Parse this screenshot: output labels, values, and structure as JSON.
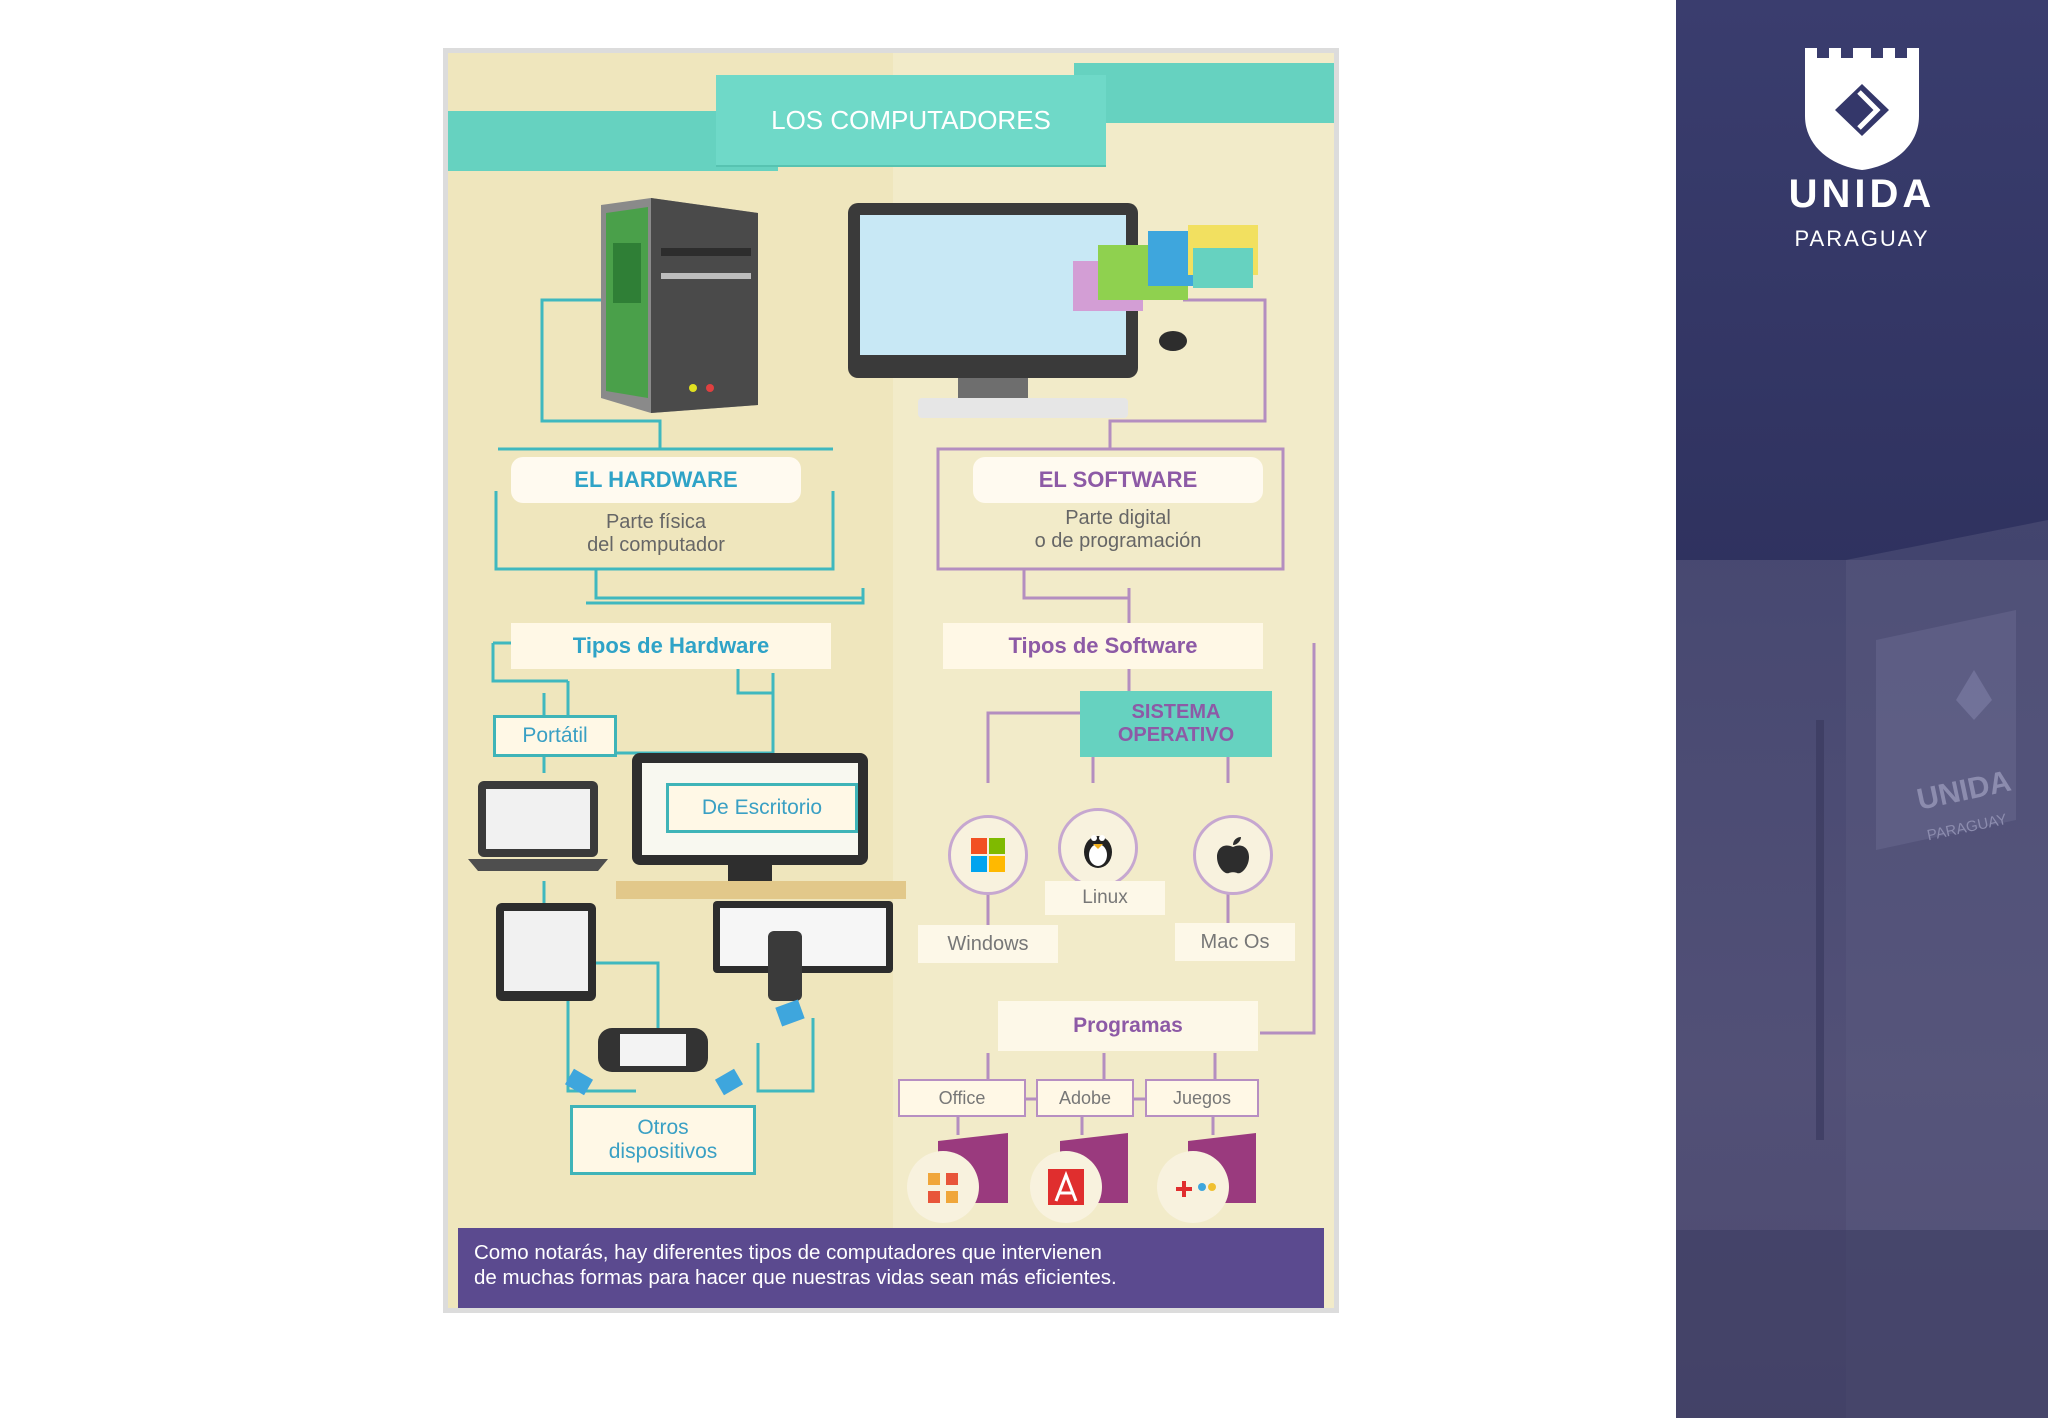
{
  "poster": {
    "title": "LOS COMPUTADORES",
    "hardware": {
      "heading": "EL HARDWARE",
      "description_line1": "Parte física",
      "description_line2": "del computador",
      "types_label": "Tipos de Hardware",
      "portatil": "Portátil",
      "escritorio": "De Escritorio",
      "otros_line1": "Otros",
      "otros_line2": "dispositivos"
    },
    "software": {
      "heading": "EL SOFTWARE",
      "description_line1": "Parte digital",
      "description_line2": "o de programación",
      "types_label": "Tipos de Software",
      "os_line1": "SISTEMA",
      "os_line2": "OPERATIVO",
      "os": [
        "Windows",
        "Linux",
        "Mac Os"
      ],
      "programas_label": "Programas",
      "programas": [
        "Office",
        "Adobe",
        "Juegos"
      ]
    },
    "footer_line1": "Como notarás, hay diferentes tipos de computadores que intervienen",
    "footer_line2": "de muchas formas para hacer que nuestras vidas sean más eficientes."
  },
  "brand": {
    "name": "UNIDA",
    "country": "PARAGUAY"
  },
  "colors": {
    "poster_bg": "#efe6bd",
    "teal": "#66d2c0",
    "hardware_blue": "#2fa3c7",
    "software_purple": "#8d5aa6",
    "footer_purple": "#5b4a8f",
    "sidebar_navy": "#34376a"
  },
  "icons": [
    "computer-tower-icon",
    "monitor-icon",
    "laptop-icon",
    "tablet-icon",
    "tv-remote-icon",
    "handheld-console-icon",
    "windows-logo-icon",
    "linux-tux-icon",
    "apple-logo-icon",
    "office-icon",
    "adobe-icon",
    "gamepad-icon",
    "unida-shield-logo"
  ]
}
